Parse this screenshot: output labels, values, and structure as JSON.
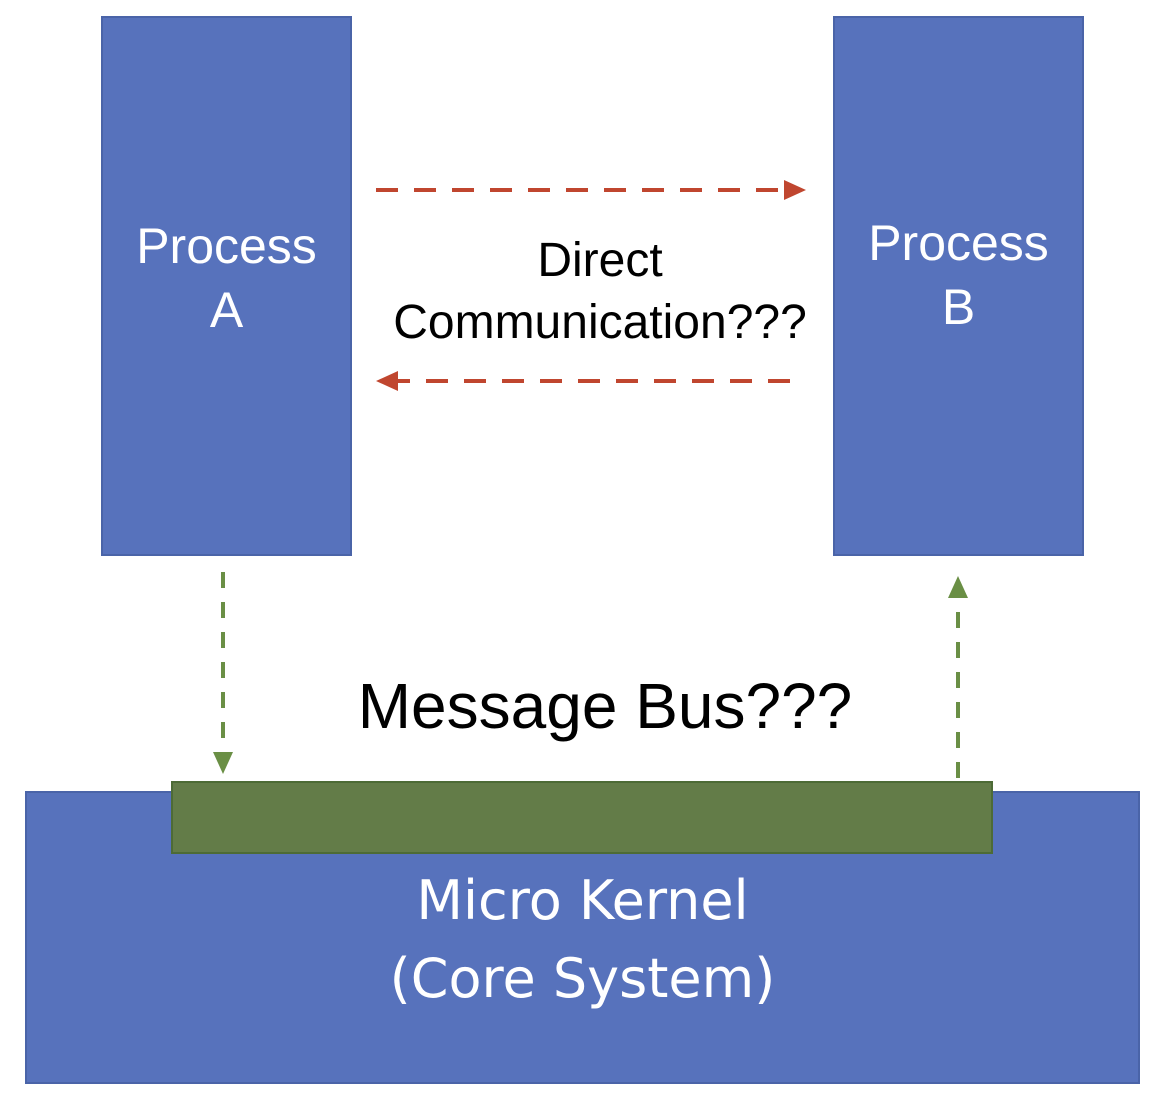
{
  "process_a": {
    "label": "Process\nA"
  },
  "process_b": {
    "label": "Process\nB"
  },
  "direct_communication": {
    "label": "Direct\nCommunication???"
  },
  "message_bus": {
    "label": "Message Bus???"
  },
  "micro_kernel": {
    "label": "Micro Kernel\n(Core System)"
  },
  "colors": {
    "process_fill": "#5772bc",
    "kernel_fill": "#5772bc",
    "bus_fill": "#637c48",
    "direct_arrow": "#c0462f",
    "bus_arrow": "#6a8f45",
    "text_dark": "#000000",
    "text_light": "#ffffff"
  }
}
